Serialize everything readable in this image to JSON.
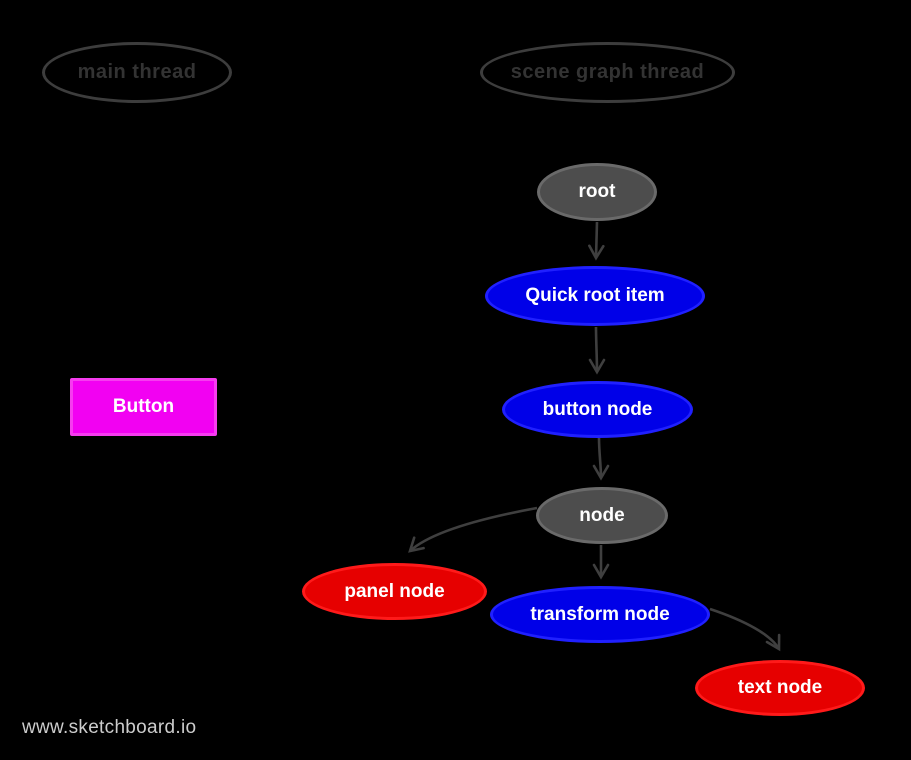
{
  "canvas": {
    "watermark": "www.sketchboard.io"
  },
  "colors": {
    "background": "#000000",
    "arrow": "#3f3f3f",
    "lane_stroke": "#3d3d3d",
    "lane_text": "#333333",
    "node_text": "#ffffff",
    "magenta_fill": "#f201f2",
    "magenta_stroke": "#f63cef",
    "watermark_text": "#cccccc"
  },
  "lanes": [
    {
      "id": "main-thread",
      "label": "main thread"
    },
    {
      "id": "scene-graph-thread",
      "label": "scene graph thread"
    }
  ],
  "button": {
    "label": "Button"
  },
  "nodes": [
    {
      "id": "root",
      "label": "root",
      "fill": "#4d4d4d",
      "stroke": "#6a6a6a"
    },
    {
      "id": "quick-root-item",
      "label": "Quick root item",
      "fill": "#0000e8",
      "stroke": "#2020ff"
    },
    {
      "id": "button-node",
      "label": "button node",
      "fill": "#0000e8",
      "stroke": "#2020ff"
    },
    {
      "id": "node",
      "label": "node",
      "fill": "#4d4d4d",
      "stroke": "#6a6a6a"
    },
    {
      "id": "panel-node",
      "label": "panel node",
      "fill": "#e60000",
      "stroke": "#ff1a1a"
    },
    {
      "id": "transform-node",
      "label": "transform node",
      "fill": "#0000e8",
      "stroke": "#2020ff"
    },
    {
      "id": "text-node",
      "label": "text node",
      "fill": "#e60000",
      "stroke": "#ff1a1a"
    }
  ],
  "edges": [
    {
      "from": "root",
      "to": "quick-root-item"
    },
    {
      "from": "quick-root-item",
      "to": "button-node"
    },
    {
      "from": "button-node",
      "to": "node"
    },
    {
      "from": "node",
      "to": "panel-node"
    },
    {
      "from": "node",
      "to": "transform-node"
    },
    {
      "from": "transform-node",
      "to": "text-node"
    }
  ]
}
